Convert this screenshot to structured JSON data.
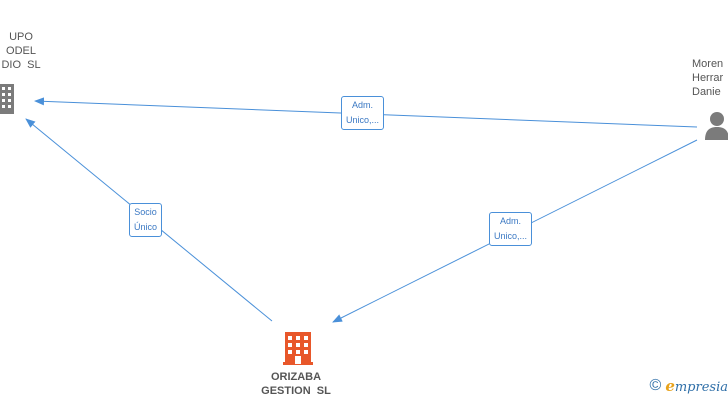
{
  "colors": {
    "edge": "#4a90d9",
    "company_gray": "#7b7b7b",
    "company_orange": "#e8572a",
    "person_gray": "#7b7b7b",
    "brand_blue": "#2f6fa8",
    "brand_accent": "#e8a21a"
  },
  "nodes": {
    "grupo": {
      "label": "UPO\nODEL\nDIO  SL",
      "icon": "building-icon"
    },
    "person": {
      "label": "Moren\nHerrar\nDanie",
      "icon": "person-icon"
    },
    "orizaba": {
      "label": "ORIZABA\nGESTION  SL",
      "icon": "building-icon"
    }
  },
  "edges": [
    {
      "from": "person",
      "to": "grupo",
      "label": "Adm.\nUnico,..."
    },
    {
      "from": "person",
      "to": "orizaba",
      "label": "Adm.\nUnico,..."
    },
    {
      "from": "orizaba",
      "to": "grupo",
      "label": "Socio\nÚnico"
    }
  ],
  "footer": {
    "copyright_symbol": "©",
    "brand_first_letter": "e",
    "brand_rest": "mpresia"
  }
}
